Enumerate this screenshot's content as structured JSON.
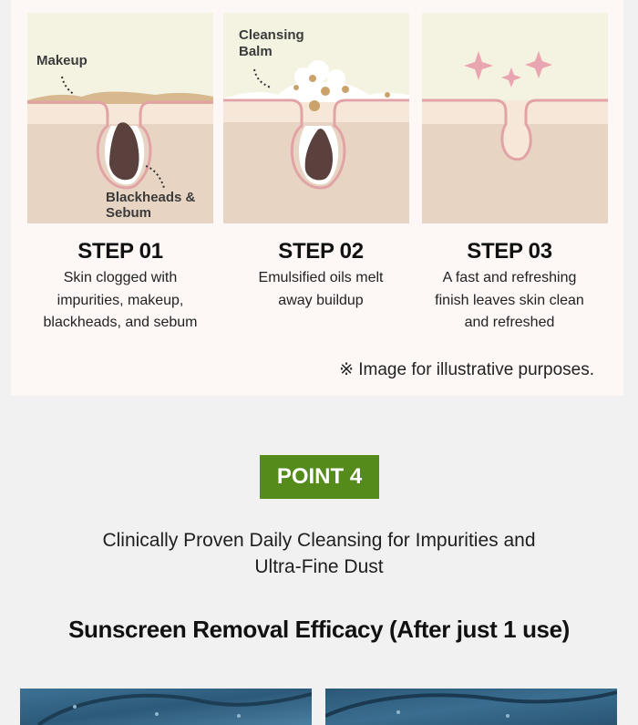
{
  "diagram": {
    "panel1_labels": {
      "makeup": "Makeup",
      "blackheads_line1": "Blackheads &",
      "blackheads_line2": "Sebum"
    },
    "panel2_labels": {
      "balm_line1": "Cleansing",
      "balm_line2": "Balm"
    }
  },
  "steps": [
    {
      "title": "STEP 01",
      "desc_lines": [
        "Skin clogged with",
        "impurities, makeup,",
        "blackheads, and sebum"
      ]
    },
    {
      "title": "STEP 02",
      "desc_lines": [
        "Emulsified oils melt",
        "away buildup"
      ]
    },
    {
      "title": "STEP 03",
      "desc_lines": [
        "A fast and refreshing",
        "finish leaves skin clean",
        "and refreshed"
      ]
    }
  ],
  "disclaimer": "※ Image for illustrative purposes.",
  "point": {
    "badge": "POINT 4",
    "subtitle_lines": [
      "Clinically Proven Daily Cleansing for Impurities and",
      "Ultra-Fine Dust"
    ]
  },
  "efficacy_title": "Sunscreen Removal Efficacy (After just 1 use)",
  "colors": {
    "badge_green": "#548b1a",
    "sky": "#f4f3e1",
    "skin": "#e6d2bf",
    "pore_outline": "#e5a8aa",
    "blackhead": "#5a413e",
    "sparkle": "#e9a6b0",
    "photo_blue": "#2f5f80"
  }
}
